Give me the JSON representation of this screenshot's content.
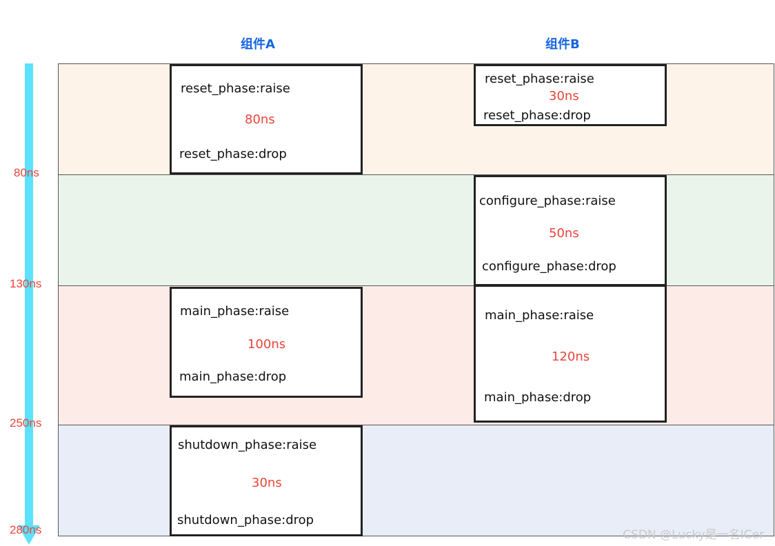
{
  "columns": {
    "a_title": "组件A",
    "b_title": "组件B"
  },
  "colors": {
    "reset_band": "#fdf3e8",
    "configure_band": "#ebf4ea",
    "main_band": "#fdebe8",
    "shutdown_band": "#e9edf7",
    "timeline_arrow": "#5ce1ff",
    "duration_text": "#e8443a",
    "column_title": "#1565e0"
  },
  "timeline": {
    "labels": [
      "80ns",
      "130ns",
      "250ns",
      "280ns"
    ]
  },
  "component_a": {
    "reset": {
      "raise": "reset_phase:raise",
      "duration": "80ns",
      "drop": "reset_phase:drop"
    },
    "main": {
      "raise": "main_phase:raise",
      "duration": "100ns",
      "drop": "main_phase:drop"
    },
    "shutdown": {
      "raise": "shutdown_phase:raise",
      "duration": "30ns",
      "drop": "shutdown_phase:drop"
    }
  },
  "component_b": {
    "reset": {
      "raise": "reset_phase:raise",
      "duration": "30ns",
      "drop": "reset_phase:drop"
    },
    "configure": {
      "raise": "configure_phase:raise",
      "duration": "50ns",
      "drop": "configure_phase:drop"
    },
    "main": {
      "raise": "main_phase:raise",
      "duration": "120ns",
      "drop": "main_phase:drop"
    }
  },
  "watermark": "CSDN @Lucky是一名ICer"
}
